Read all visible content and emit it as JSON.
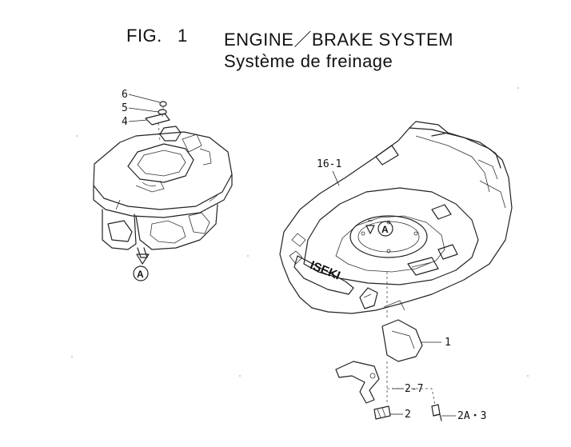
{
  "header": {
    "fig_label": "FIG.",
    "fig_number": "1",
    "title_en": "ENGINE／BRAKE SYSTEM",
    "title_fr": "Système de freinage"
  },
  "callouts": {
    "c6": "6",
    "c5": "5",
    "c4": "4",
    "c16_1": "16-1",
    "c1": "1",
    "c2_7": "2-7",
    "c2": "2",
    "c2a_3": "2A・3"
  },
  "ref_marks": {
    "engine_ref": "A",
    "deck_ref": "A"
  },
  "deck_logo": "ISEKI"
}
